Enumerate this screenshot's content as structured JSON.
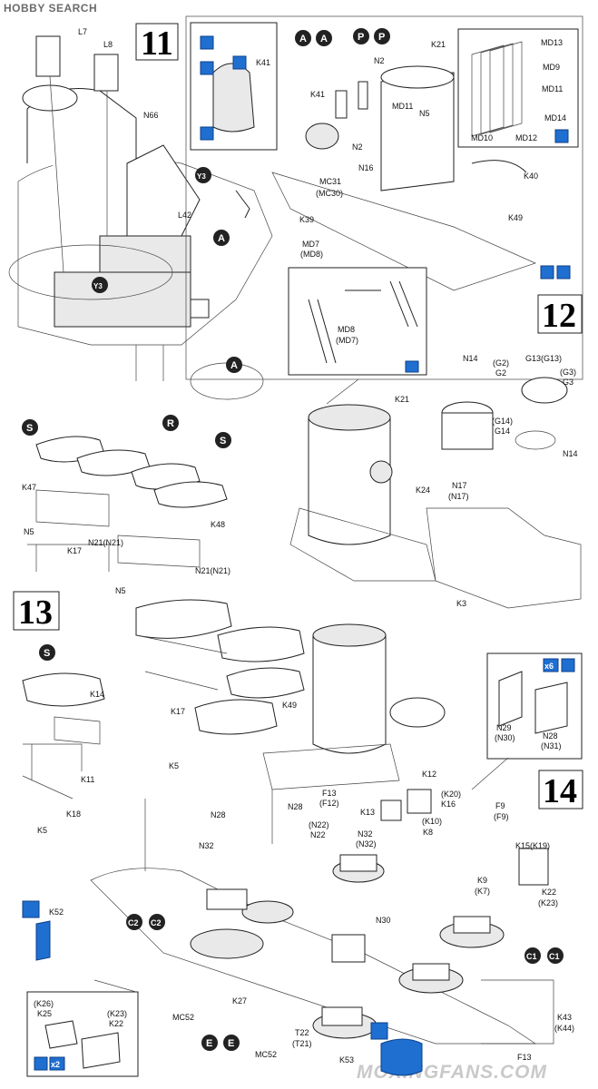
{
  "watermark_top": "HOBBY SEARCH",
  "watermark_bottom": "MOXINGFANS.COM",
  "steps": [
    "11",
    "12",
    "13",
    "14"
  ],
  "markers": {
    "A": "A",
    "P": "P",
    "R": "R",
    "S": "S",
    "Y3": "Y3",
    "C1": "C1",
    "C2": "C2",
    "E": "E"
  },
  "icons": {
    "x6": "x6",
    "x2": "x2"
  },
  "labels": {
    "L7": "L7",
    "L8": "L8",
    "N66": "N66",
    "L42": "L42",
    "Y3": "Y3",
    "K41": "K41",
    "N2": "N2",
    "K21": "K21",
    "MD13": "MD13",
    "MD9": "MD9",
    "MD11": "MD11",
    "MD14": "MD14",
    "MD10": "MD10",
    "MD12": "MD12",
    "N5": "N5",
    "N16": "N16",
    "MC31": "MC31",
    "MC30": "(MC30)",
    "K39": "K39",
    "MD7": "MD7",
    "MD8p": "(MD8)",
    "K40": "K40",
    "K49": "K49",
    "MD8": "MD8",
    "MD7p": "(MD7)",
    "N14": "N14",
    "G2p": "(G2)",
    "G2": "G2",
    "G13": "G13(G13)",
    "G3p": "(G3)",
    "G3": "G3",
    "G14p": "(G14)",
    "G14": "G14",
    "K24": "K24",
    "N17": "N17",
    "N17p": "(N17)",
    "K3": "K3",
    "K47": "K47",
    "N21": "N21(N21)",
    "K17": "K17",
    "K48": "K48",
    "K14": "K14",
    "K11": "K11",
    "K18": "K18",
    "K5": "K5",
    "N29": "N29",
    "N30p": "(N30)",
    "N28": "N28",
    "N31p": "(N31)",
    "F13": "F13",
    "F12p": "(F12)",
    "K12": "K12",
    "K20p": "(K20)",
    "K16": "K16",
    "F9": "F9",
    "F9p": "(F9)",
    "K13": "K13",
    "K10p": "(K10)",
    "K8": "K8",
    "K15": "K15(K19)",
    "N22p": "(N22)",
    "N22": "N22",
    "N32": "N32",
    "N32p": "(N32)",
    "K9": "K9",
    "K7p": "(K7)",
    "K22": "K22",
    "K23p": "(K23)",
    "K52": "K52",
    "N30": "N30",
    "K27": "K27",
    "MC52": "MC52",
    "T22": "T22",
    "T21p": "(T21)",
    "K53": "K53",
    "K43": "K43",
    "K44p": "(K44)",
    "K26p": "(K26)",
    "K25": "K25",
    "F13b": "F13"
  },
  "colors": {
    "blue": "#1f6fd1",
    "line": "#222222"
  }
}
